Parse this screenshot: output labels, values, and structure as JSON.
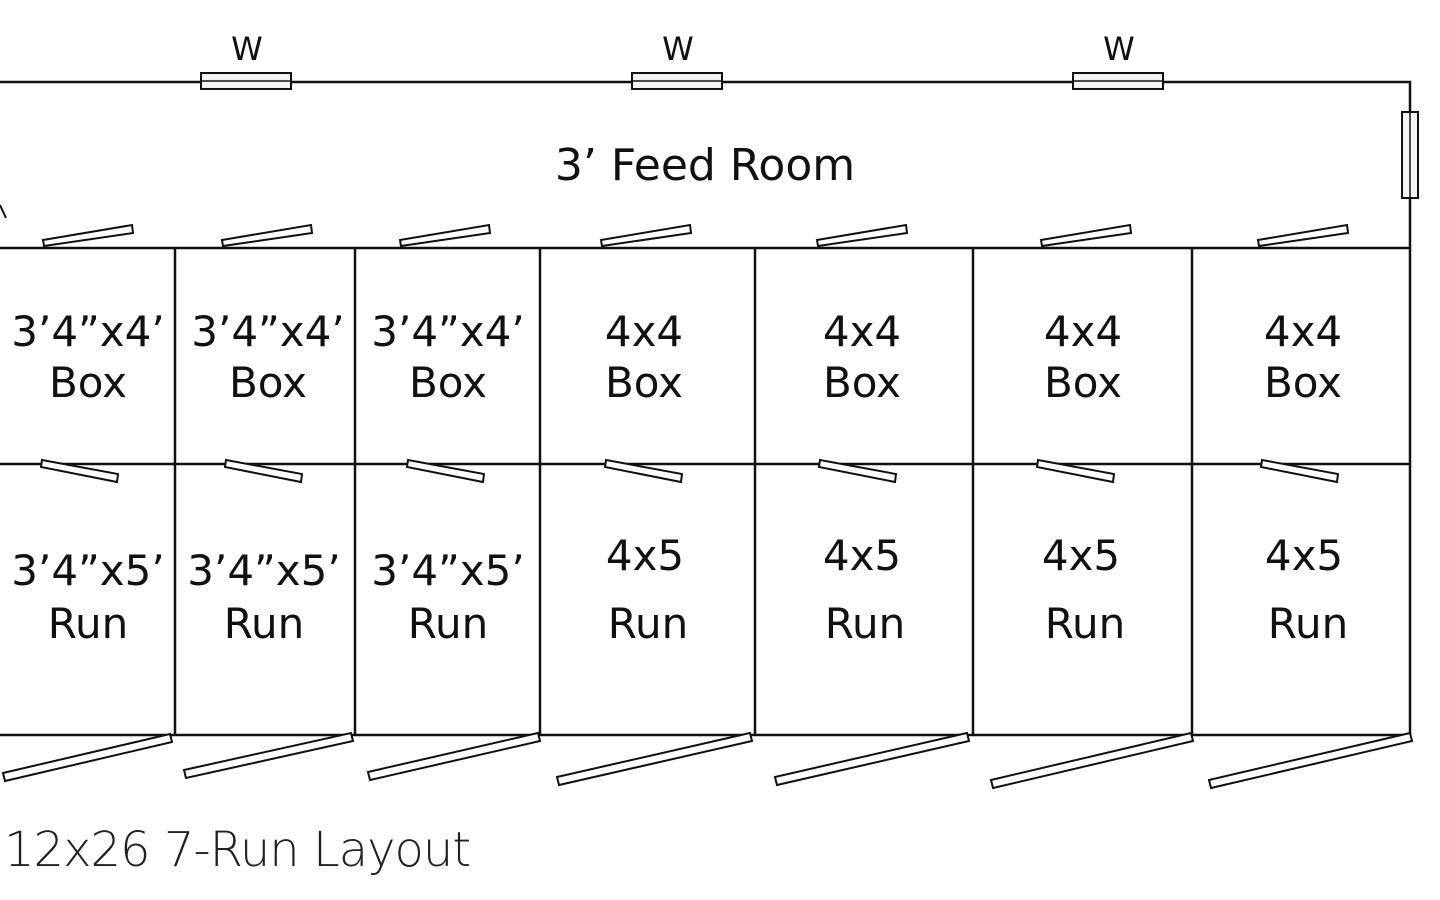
{
  "title": "12x26 7-Run Layout",
  "feed_room": "3’ Feed Room",
  "window_label": "W",
  "boxes": [
    {
      "size": "3’4”x4’",
      "type": "Box"
    },
    {
      "size": "3’4”x4’",
      "type": "Box"
    },
    {
      "size": "3’4”x4’",
      "type": "Box"
    },
    {
      "size": "4x4",
      "type": "Box"
    },
    {
      "size": "4x4",
      "type": "Box"
    },
    {
      "size": "4x4",
      "type": "Box"
    },
    {
      "size": "4x4",
      "type": "Box"
    }
  ],
  "runs": [
    {
      "size": "3’4”x5’",
      "type": "Run"
    },
    {
      "size": "3’4”x5’",
      "type": "Run"
    },
    {
      "size": "3’4”x5’",
      "type": "Run"
    },
    {
      "size": "4x5",
      "type": "Run"
    },
    {
      "size": "4x5",
      "type": "Run"
    },
    {
      "size": "4x5",
      "type": "Run"
    },
    {
      "size": "4x5",
      "type": "Run"
    }
  ]
}
